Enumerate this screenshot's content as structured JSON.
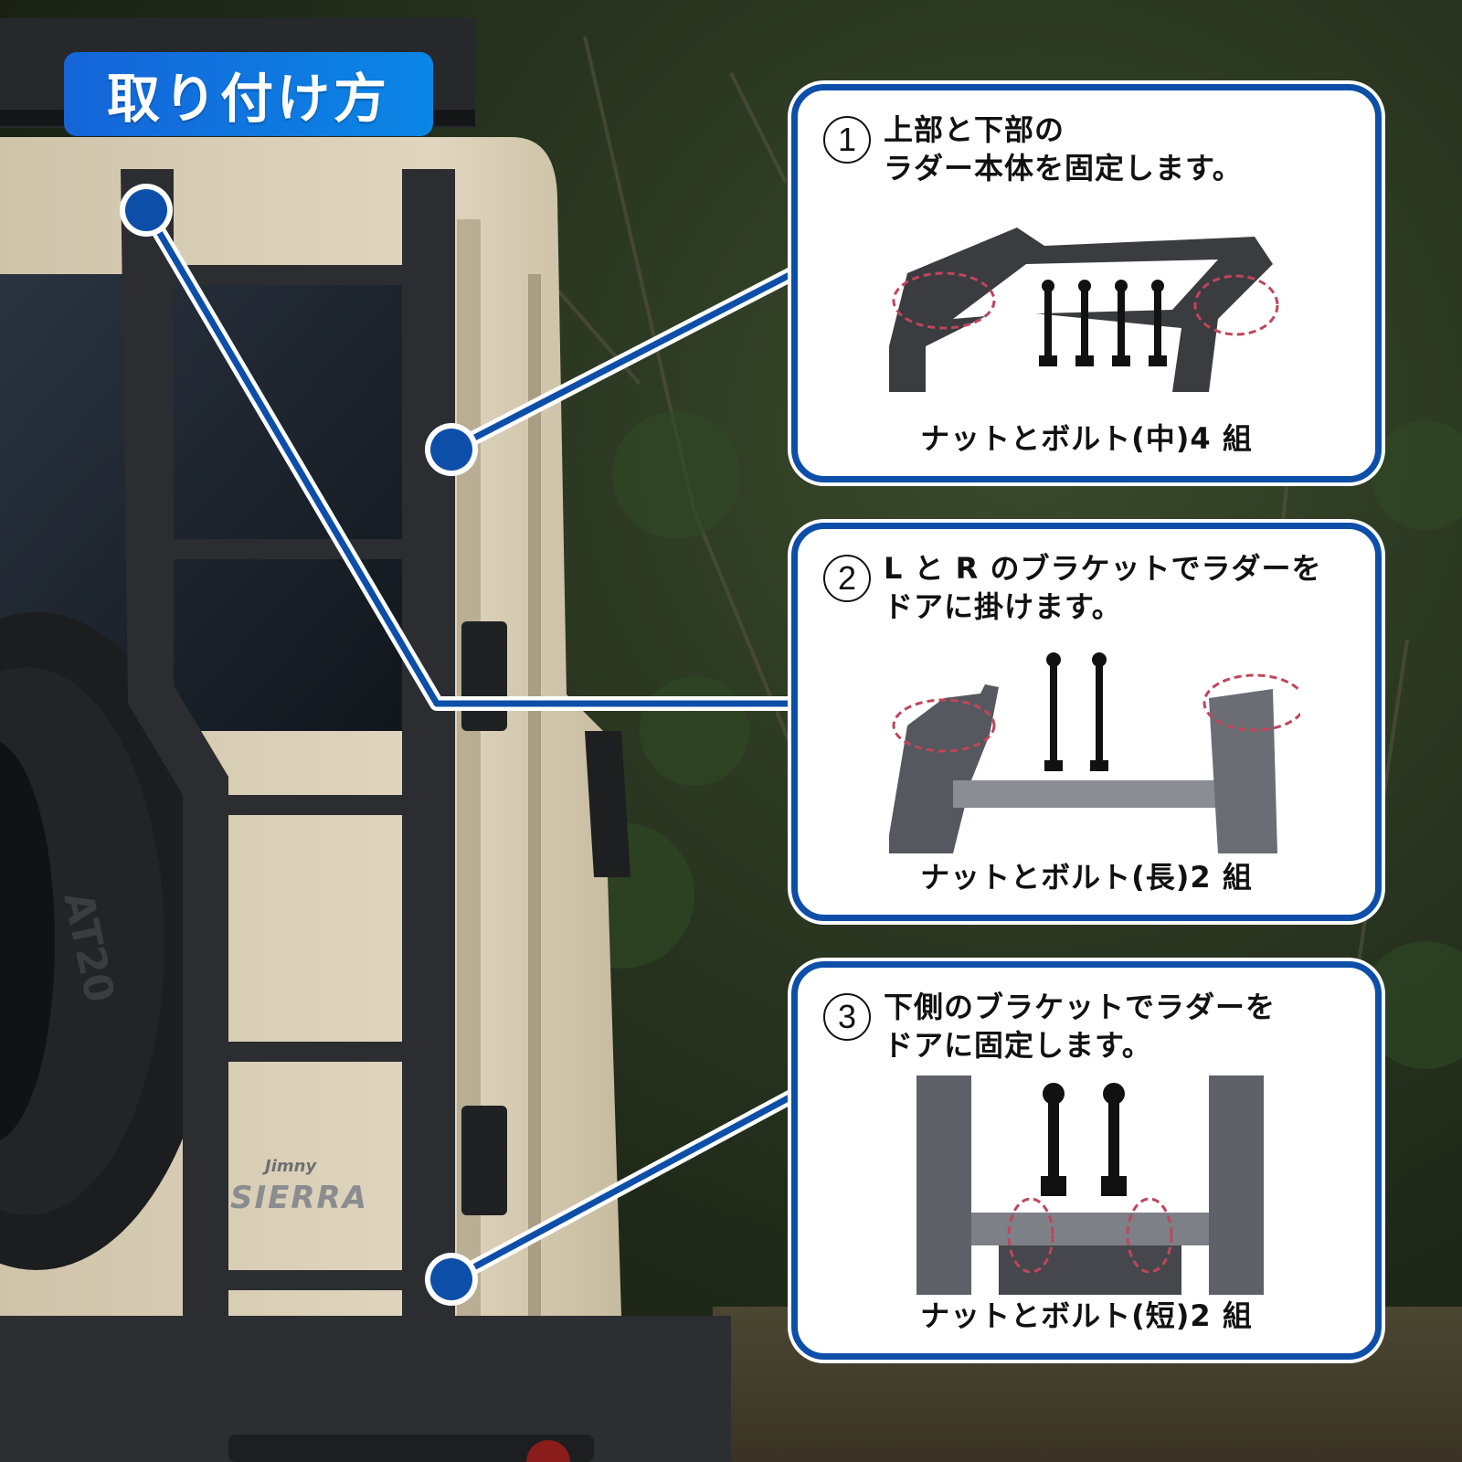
{
  "title_badge": {
    "label": "取り付け方"
  },
  "colors": {
    "badge_blue": "#1565d8",
    "card_border": "#0d4fa8",
    "connector_blue": "#0d4fa8",
    "vehicle_body": "#d9cfb8",
    "ladder": "#2b2d30",
    "foliage": "#253220"
  },
  "vehicle": {
    "emblem_top": "Jimny",
    "emblem_bottom": "SIERRA",
    "tire_text": "AT20"
  },
  "steps": [
    {
      "number": "1",
      "text_line1": "上部と下部の",
      "text_line2": "ラダー本体を固定します。",
      "caption": "ナットとボルト(中)4 組",
      "bolt_count": 4
    },
    {
      "number": "2",
      "text_line1": "L と R のブラケットでラダーを",
      "text_line2": "ドアに掛けます。",
      "caption": "ナットとボルト(長)2 組",
      "bolt_count": 2
    },
    {
      "number": "3",
      "text_line1": "下側のブラケットでラダーを",
      "text_line2": "ドアに固定します。",
      "caption": "ナットとボルト(短)2 組",
      "bolt_count": 2
    }
  ]
}
